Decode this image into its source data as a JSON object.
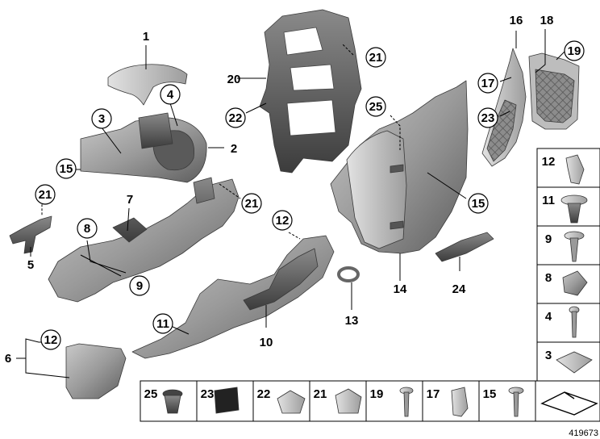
{
  "diagram_id": "419673",
  "callouts": {
    "c1": "1",
    "c2": "2",
    "c3": "3",
    "c4": "4",
    "c5": "5",
    "c6": "6",
    "c7": "7",
    "c8": "8",
    "c9": "9",
    "c10": "10",
    "c11": "11",
    "c12a": "12",
    "c12b": "12",
    "c13": "13",
    "c14": "14",
    "c15a": "15",
    "c15b": "15",
    "c16": "16",
    "c17": "17",
    "c18": "18",
    "c19": "19",
    "c20": "20",
    "c21a": "21",
    "c21b": "21",
    "c21c": "21",
    "c22": "22",
    "c23": "23",
    "c24": "24",
    "c25": "25"
  },
  "side_legend": [
    "12",
    "11",
    "9",
    "8",
    "4",
    "3"
  ],
  "bottom_legend": [
    "25",
    "23",
    "22",
    "21",
    "19",
    "17",
    "15"
  ]
}
